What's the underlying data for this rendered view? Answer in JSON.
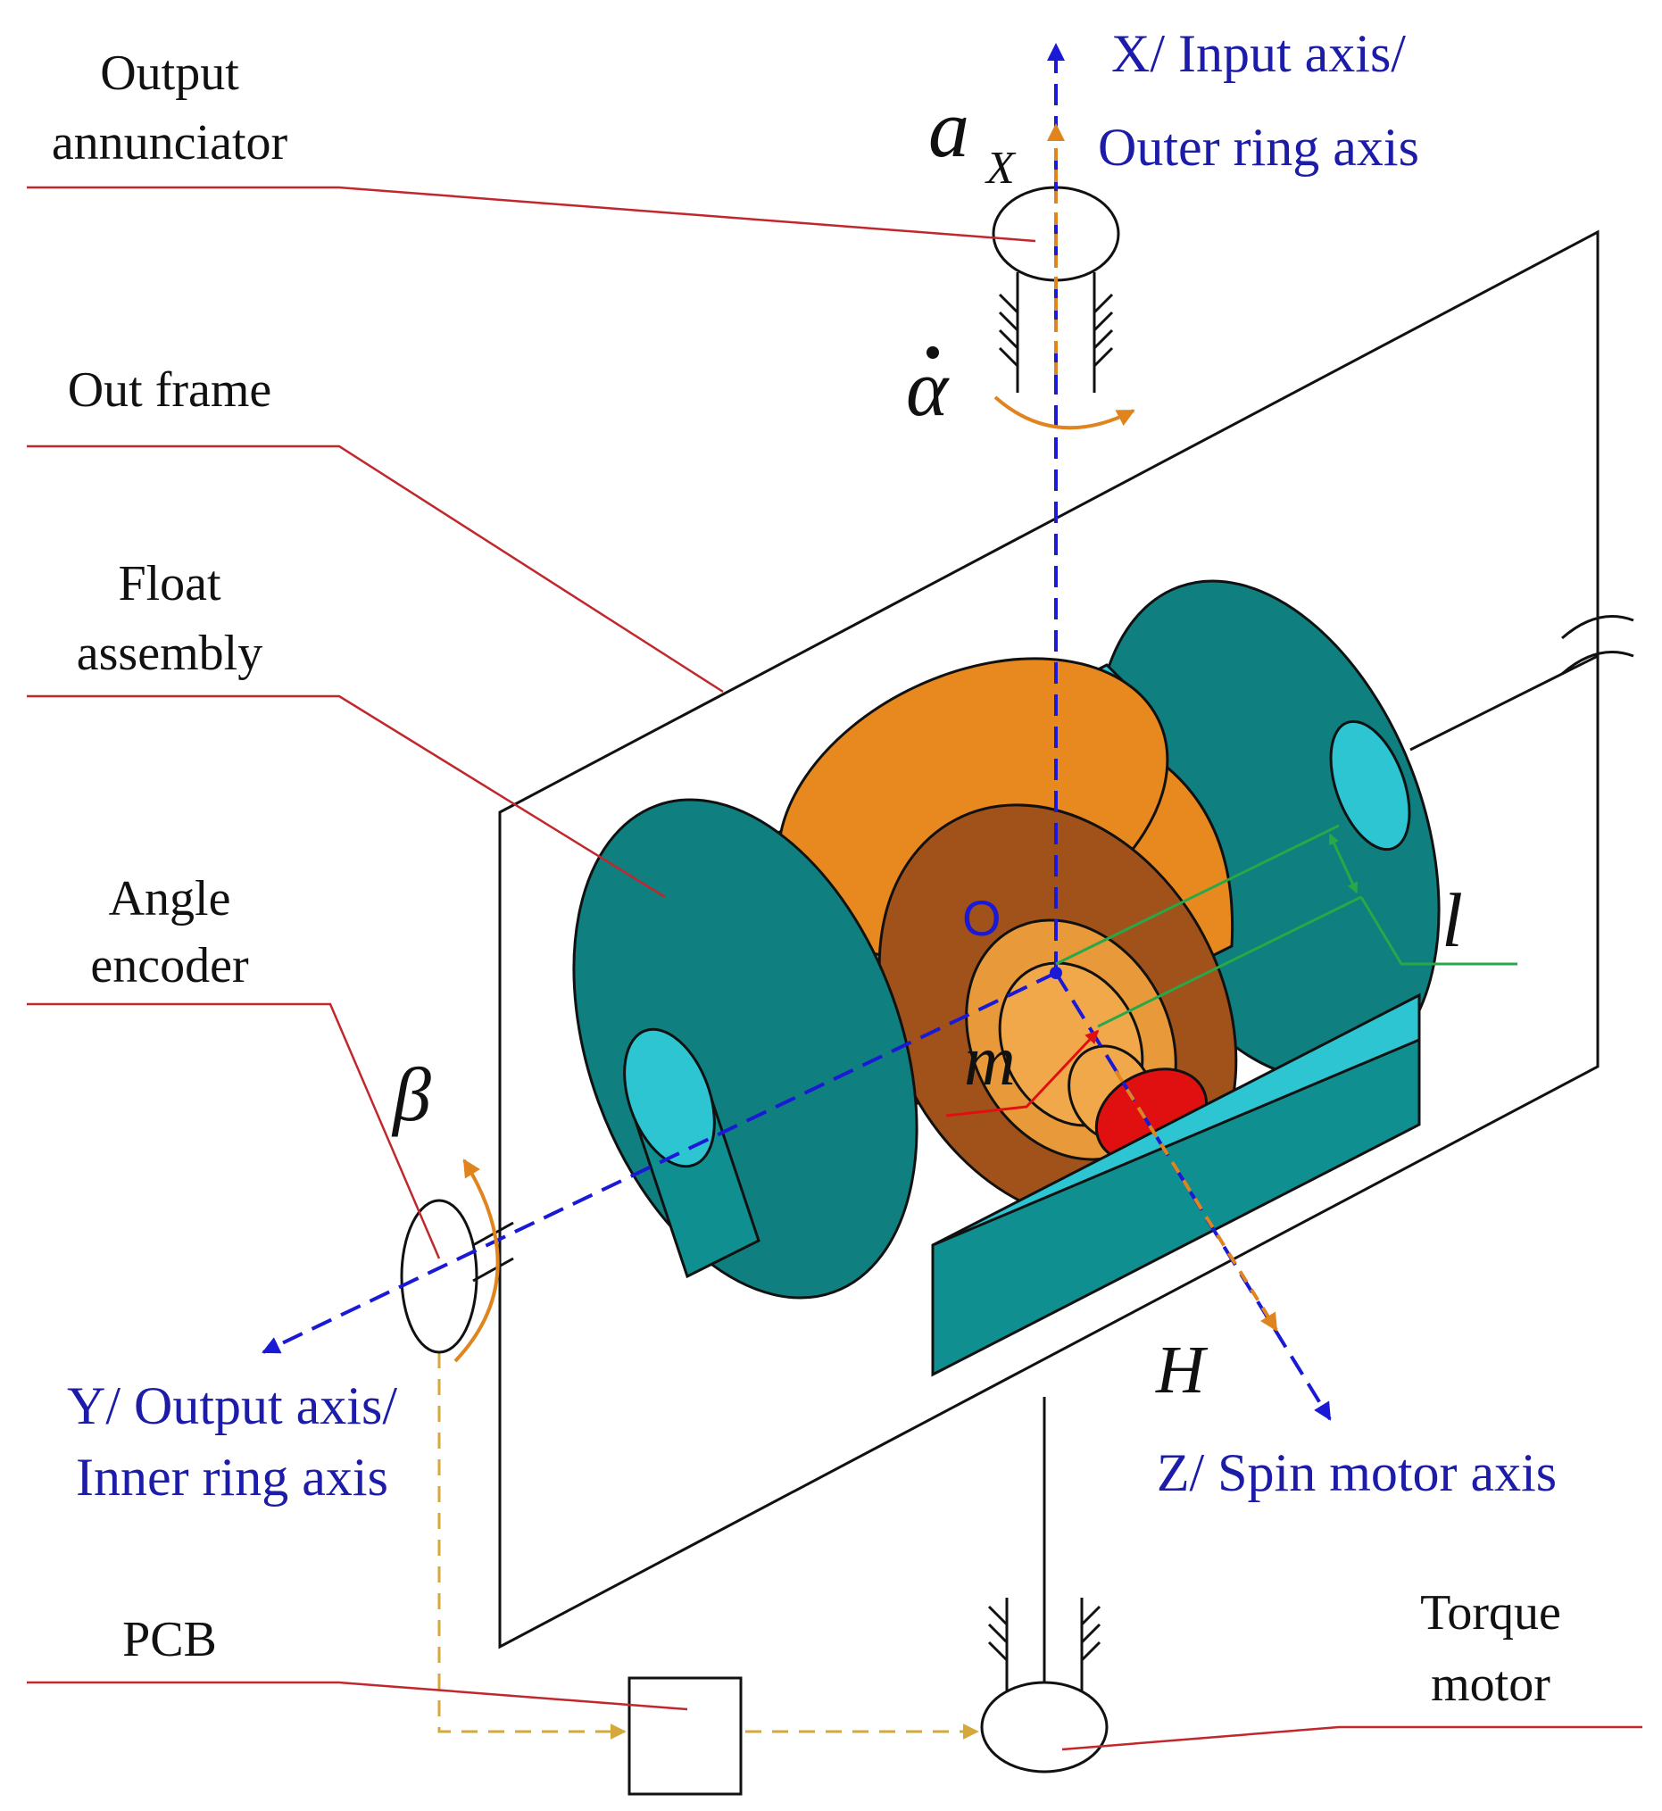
{
  "labels": {
    "output_annunciator": [
      "Output",
      "annunciator"
    ],
    "out_frame": "Out frame",
    "float_assembly": [
      "Float",
      "assembly"
    ],
    "angle_encoder": [
      "Angle",
      "encoder"
    ],
    "pcb": "PCB",
    "torque_motor": [
      "Torque",
      "motor"
    ]
  },
  "axes": {
    "x_axis": [
      "X/ Input axis/",
      "Outer ring axis"
    ],
    "y_axis": [
      "Y/ Output axis/",
      "Inner ring axis"
    ],
    "z_axis": "Z/ Spin motor axis"
  },
  "symbols": {
    "a": "a",
    "a_sub": "X",
    "alpha_dot": "α",
    "beta": "β",
    "origin": "O",
    "l": "l",
    "m": "m",
    "h": "H"
  },
  "colors": {
    "leader": "#c0282d",
    "axis_blue": "#1a1ad6",
    "orange": "#e0841e",
    "teal": "#0f7f80",
    "cyan": "#2ec5d3",
    "rotor": "#e8891f",
    "rotor_dark": "#a0521a",
    "green": "#29a847",
    "signal": "#d4a83a",
    "red": "#e01010"
  }
}
